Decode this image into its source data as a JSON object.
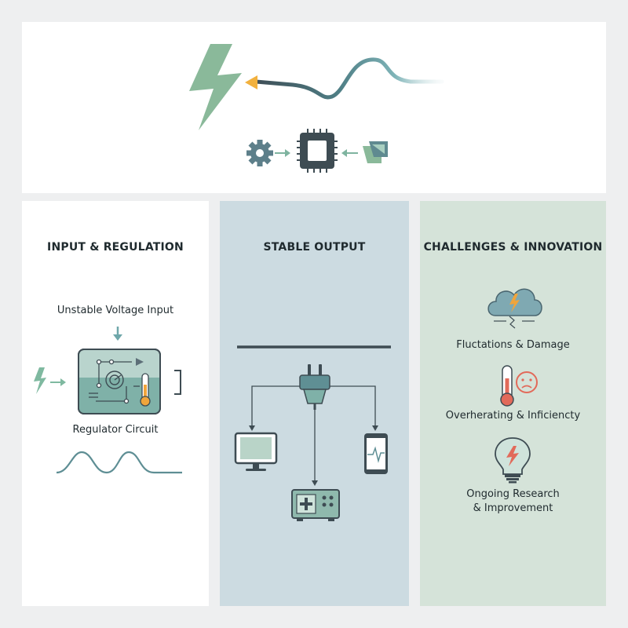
{
  "header": {
    "icons": [
      "lightning-icon",
      "power-cable-icon",
      "gear-icon",
      "microchip-icon",
      "component-icon"
    ]
  },
  "columns": [
    {
      "heading": "INPUT & REGULATION",
      "input_label": "Unstable Voltage Input",
      "circuit_label": "Regulator Circuit"
    },
    {
      "heading": "STABLE OUTPUT",
      "devices": [
        "monitor-icon",
        "medical-device-icon",
        "smartphone-icon"
      ]
    },
    {
      "heading": "CHALLENGES & INNOVATION",
      "items": [
        {
          "icon": "storm-cloud-icon",
          "label": "Fluctations & Damage"
        },
        {
          "icon": "thermometer-icon",
          "label": "Overherating & Inficiencty"
        },
        {
          "icon": "lightbulb-icon",
          "label_line1": "Ongoing Research",
          "label_line2": "& Improvement"
        }
      ]
    }
  ],
  "colors": {
    "green": "#8ab99a",
    "teal": "#6fa7aa",
    "dark": "#3b4a52",
    "orange": "#f0a53c",
    "red": "#e26a5a",
    "blue_panel": "#ccdbe1",
    "green_panel": "#d5e3d9"
  }
}
